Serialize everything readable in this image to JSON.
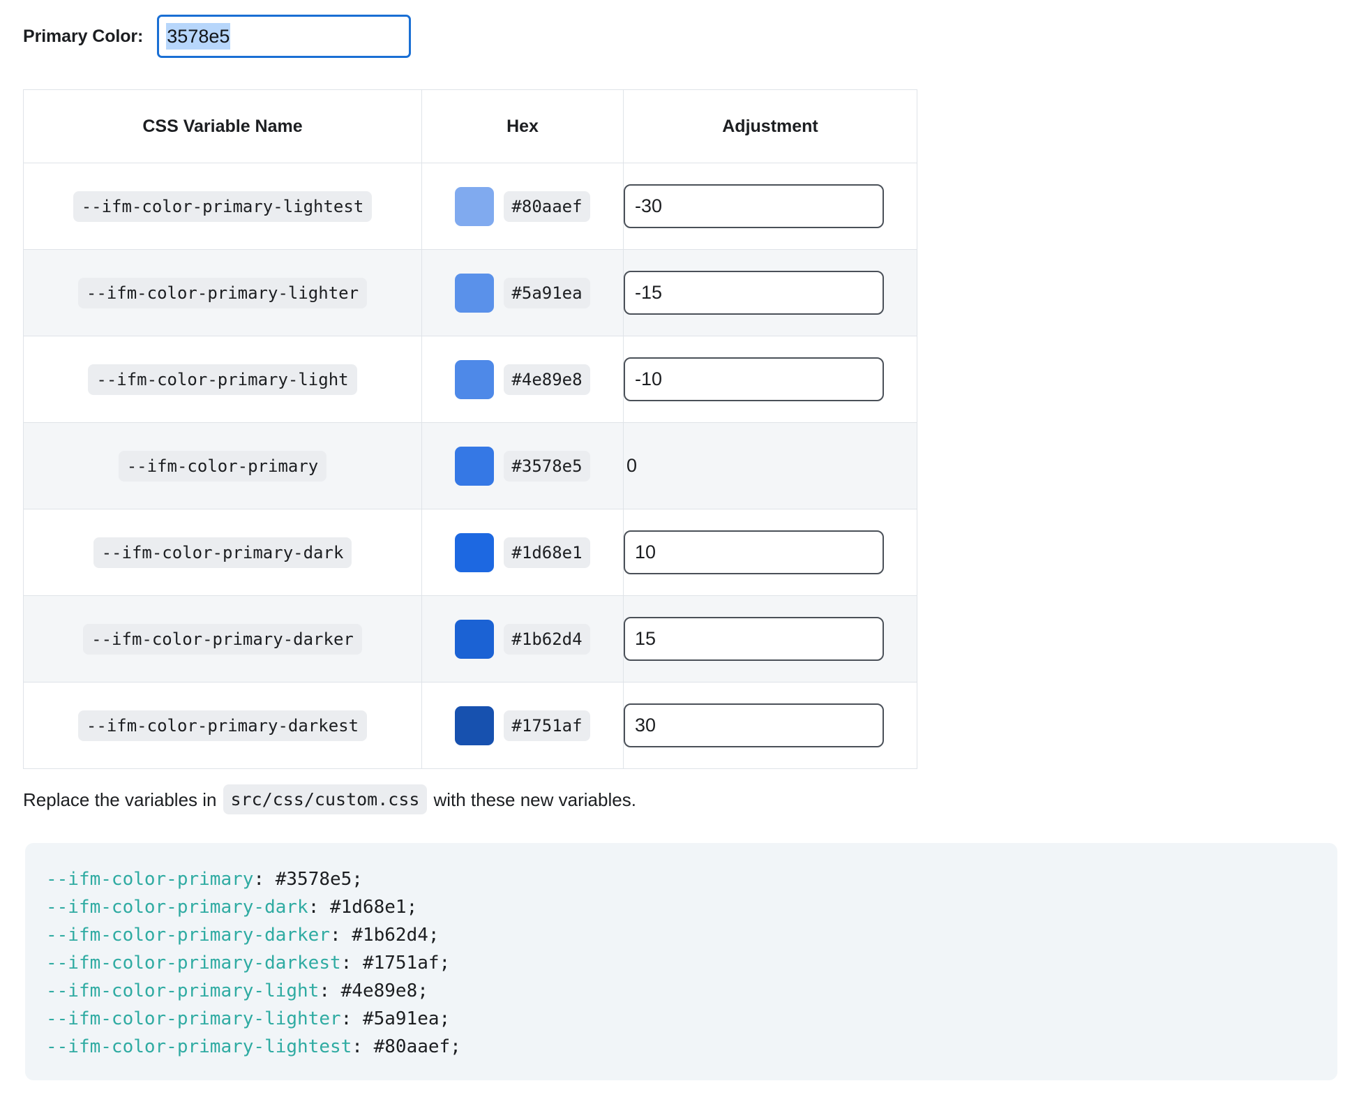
{
  "primary": {
    "label": "Primary Color:",
    "value": "3578e5",
    "selected": true,
    "focus_border_color": "#1a6fd4",
    "selection_color": "#b7d6fb"
  },
  "table": {
    "headers": [
      "CSS Variable Name",
      "Hex",
      "Adjustment"
    ],
    "rows": [
      {
        "name": "--ifm-color-primary-lightest",
        "hex": "#80aaef",
        "swatch": "#80aaef",
        "adjustment": "-30",
        "editable": true
      },
      {
        "name": "--ifm-color-primary-lighter",
        "hex": "#5a91ea",
        "swatch": "#5a91ea",
        "adjustment": "-15",
        "editable": true
      },
      {
        "name": "--ifm-color-primary-light",
        "hex": "#4e89e8",
        "swatch": "#4e89e8",
        "adjustment": "-10",
        "editable": true
      },
      {
        "name": "--ifm-color-primary",
        "hex": "#3578e5",
        "swatch": "#3578e5",
        "adjustment": "0",
        "editable": false
      },
      {
        "name": "--ifm-color-primary-dark",
        "hex": "#1d68e1",
        "swatch": "#1d68e1",
        "adjustment": "10",
        "editable": true
      },
      {
        "name": "--ifm-color-primary-darker",
        "hex": "#1b62d4",
        "swatch": "#1b62d4",
        "adjustment": "15",
        "editable": true
      },
      {
        "name": "--ifm-color-primary-darkest",
        "hex": "#1751af",
        "swatch": "#1751af",
        "adjustment": "30",
        "editable": true
      }
    ]
  },
  "replace": {
    "prefix": "Replace the variables in",
    "path": "src/css/custom.css",
    "suffix": "with these new variables."
  },
  "code_block": {
    "variable_color": "#2faba2",
    "background": "#f1f5f8",
    "lines": [
      {
        "var": "--ifm-color-primary",
        "rest": ": #3578e5;"
      },
      {
        "var": "--ifm-color-primary-dark",
        "rest": ": #1d68e1;"
      },
      {
        "var": "--ifm-color-primary-darker",
        "rest": ": #1b62d4;"
      },
      {
        "var": "--ifm-color-primary-darkest",
        "rest": ": #1751af;"
      },
      {
        "var": "--ifm-color-primary-light",
        "rest": ": #4e89e8;"
      },
      {
        "var": "--ifm-color-primary-lighter",
        "rest": ": #5a91ea;"
      },
      {
        "var": "--ifm-color-primary-lightest",
        "rest": ": #80aaef;"
      }
    ]
  }
}
